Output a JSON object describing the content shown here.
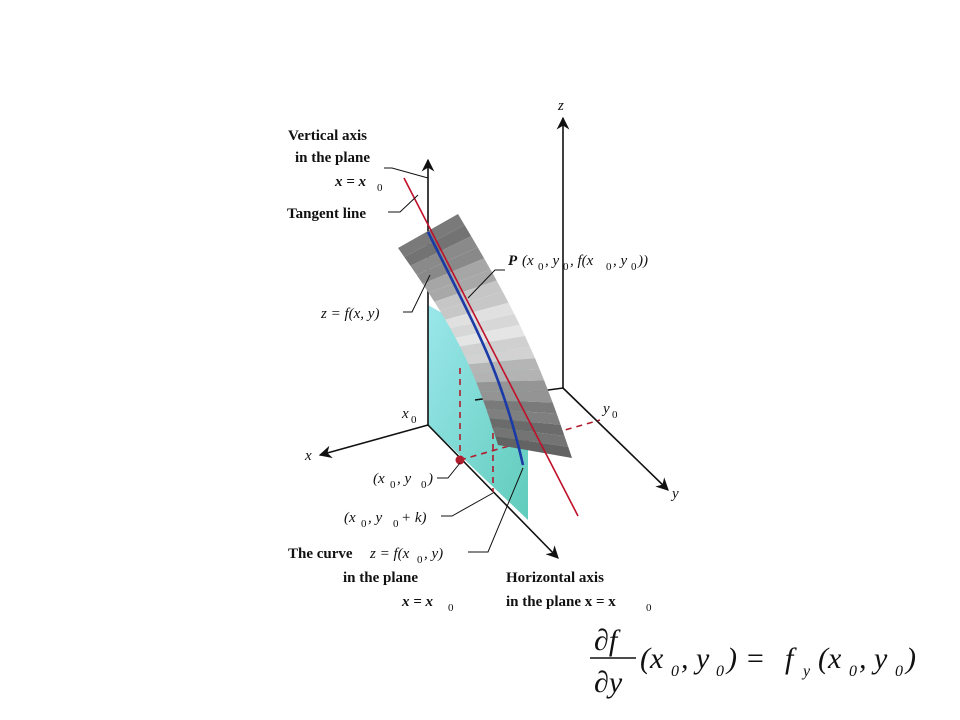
{
  "axes": {
    "z": "z",
    "x": "x",
    "y": "y"
  },
  "labels": {
    "vertical_axis": [
      "Vertical axis",
      "in the plane"
    ],
    "x_eq_x0": "x = x",
    "tangent_line": "Tangent line",
    "surface": "z = f(x, y)",
    "point_P": "P",
    "point_P_coords": "(x, y, f(x, y))",
    "x0": "x",
    "y0": "y",
    "point_x0_y0": "(x, y)",
    "point_x0_y0k": "(x, y + k)",
    "curve": [
      "The curve",
      "z = f(x, y)",
      "in the plane",
      "x = x"
    ],
    "horizontal_axis": [
      "Horizontal axis",
      "in the plane x = x"
    ],
    "subscript_zero": "0"
  },
  "formula": {
    "numerator": "∂f",
    "denominator": "∂y",
    "lhs_args": "(x, y)",
    "equals": "=",
    "rhs_f": "f",
    "rhs_sub": "y",
    "rhs_args": "(x, y)",
    "sub0": "0"
  },
  "colors": {
    "axis": "#111111",
    "tangent": "#c0102a",
    "curve": "#1a3aa8",
    "plane": "#63d6d0",
    "dashed": "#b01c2c"
  }
}
